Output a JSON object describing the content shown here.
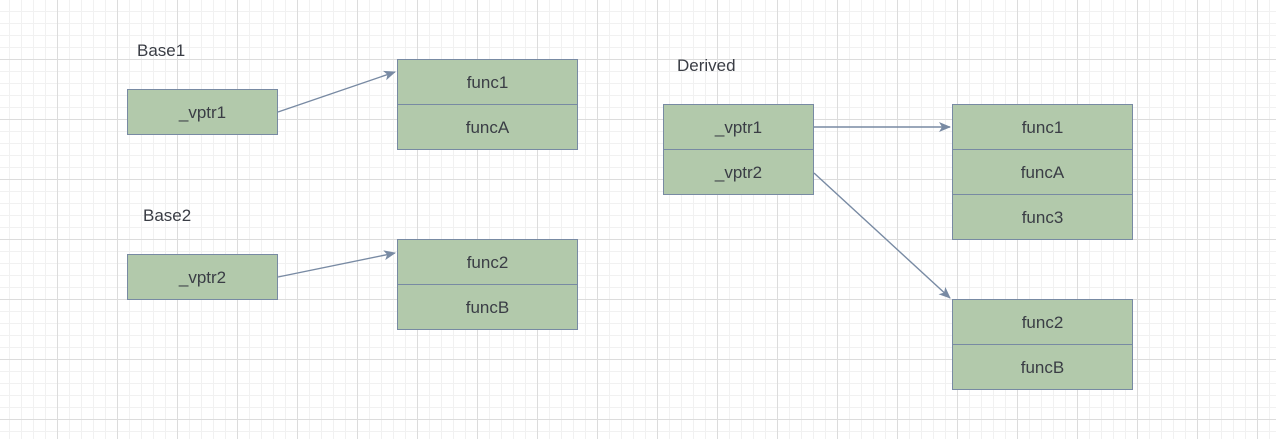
{
  "labels": {
    "base1": "Base1",
    "base2": "Base2",
    "derived": "Derived"
  },
  "base1": {
    "vptr": "_vptr1",
    "vtable": [
      "func1",
      "funcA"
    ]
  },
  "base2": {
    "vptr": "_vptr2",
    "vtable": [
      "func2",
      "funcB"
    ]
  },
  "derived": {
    "vptrs": [
      "_vptr1",
      "_vptr2"
    ],
    "vtable1": [
      "func1",
      "funcA",
      "func3"
    ],
    "vtable2": [
      "func2",
      "funcB"
    ]
  },
  "colors": {
    "box_fill": "#b2c9ab",
    "box_stroke": "#788aa3",
    "arrow": "#788aa3",
    "text": "#3a3d45"
  }
}
